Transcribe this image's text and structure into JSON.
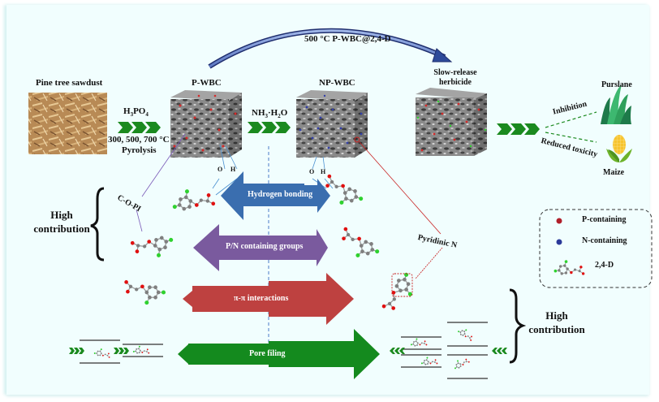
{
  "colors": {
    "background": "#F1FEFE",
    "chevron_green": "#1B8A1F",
    "hydrogen_bonding": "#3A6EAF",
    "pn_groups": "#7A5A9E",
    "pi_pi": "#BE4140",
    "pore_filling": "#148A1E",
    "top_arc": "#2E3F8A",
    "p_dot": "#B01F2A",
    "n_dot": "#2B3A9A",
    "cl_atom": "#2FD12F",
    "o_atom": "#E01010",
    "c_atom": "#7F7F7F"
  },
  "top_arc": {
    "label": "500 °C P-WBC@2,4-D"
  },
  "stages": {
    "sawdust": {
      "title": "Pine tree sawdust"
    },
    "step1": {
      "reagent": "H",
      "reagent_sub1": "3",
      "reagent_mid": "PO",
      "reagent_sub2": "4",
      "temps": "300, 500, 700 °C",
      "process": "Pyrolysis"
    },
    "pwbc": {
      "title": "P-WBC"
    },
    "step2": {
      "reagent_a": "NH",
      "sub_a": "3",
      "dot": "·H",
      "sub_b": "2",
      "reagent_end": "O"
    },
    "npwbc": {
      "title": "NP-WBC"
    },
    "herbicide": {
      "title_line1": "Slow-release",
      "title_line2": "herbicide"
    },
    "purslane": {
      "title": "Purslane",
      "effect": "Inhibition"
    },
    "maize": {
      "title": "Maize",
      "effect": "Reduced toxicity"
    }
  },
  "annotations": {
    "oh_o": "O",
    "oh_h": "H",
    "c_o_p": "C-O-PI",
    "pyridinic_n": "Pyridinic N"
  },
  "mechanisms": [
    {
      "label": "Hydrogen bonding"
    },
    {
      "label": "P/N containing groups"
    },
    {
      "label": "π-π interactions"
    },
    {
      "label": "Pore filing"
    }
  ],
  "contribution": {
    "left": {
      "line1": "High",
      "line2": "contribution"
    },
    "right": {
      "line1": "High",
      "line2": "contribution"
    }
  },
  "legend": {
    "items": [
      {
        "label": "P-containing",
        "icon": "red-dot"
      },
      {
        "label": "N-containing",
        "icon": "blue-dot"
      },
      {
        "label": "2,4-D",
        "icon": "molecule"
      }
    ]
  }
}
